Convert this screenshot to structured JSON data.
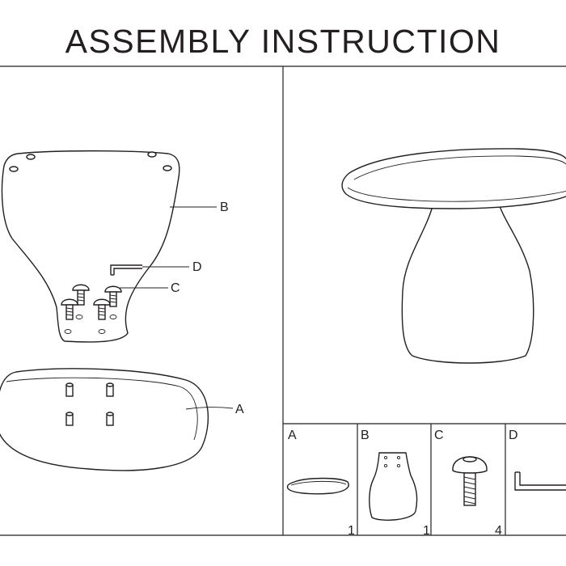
{
  "title": "ASSEMBLY INSTRUCTION",
  "callouts": {
    "a": "A",
    "b": "B",
    "c": "C",
    "d": "D"
  },
  "parts": [
    {
      "label": "A",
      "qty": "1"
    },
    {
      "label": "B",
      "qty": "1"
    },
    {
      "label": "C",
      "qty": "4"
    },
    {
      "label": "D",
      "qty": ""
    }
  ],
  "icons": [
    "tabletop",
    "pedestal-base",
    "bolt",
    "allen-key"
  ]
}
